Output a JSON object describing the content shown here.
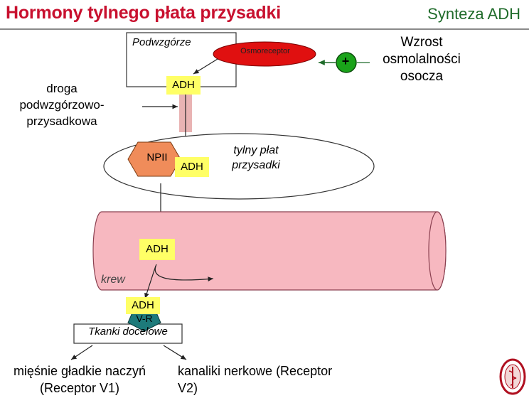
{
  "header": {
    "title": "Hormony tylnego płata przysadki",
    "subtitle": "Synteza ADH"
  },
  "diagram": {
    "hypothalamus_label": "Podwzgórze",
    "osmoreceptor_label": "Osmoreceptor",
    "plus_sign": "+",
    "stimulus_label": "Wzrost osmolalności osocza",
    "pathway_label": "droga podwzgórzowo-przysadkowa",
    "adh_label": "ADH",
    "npii_label": "NPII",
    "posterior_lobe_label": "tylny płat przysadki",
    "blood_label": "krew",
    "receptor_label": "V-R",
    "target_tissue_label": "Tkanki docelowe",
    "effect_v1_label": "mięśnie gładkie naczyń (Receptor V1)",
    "effect_v2_label": "kanaliki nerkowe (Receptor V2)"
  },
  "colors": {
    "title": "#c8102e",
    "subtitle": "#1f6b2a",
    "osmoreceptor": "#e01010",
    "plus_circle": "#1aa31a",
    "adh_box": "#ffff66",
    "npii_hexagon": "#f08c5a",
    "vessel": "#f7b8c0",
    "receptor": "#1d7a7a",
    "axon_tract": "#e9b3b3"
  },
  "logo_icon": "university-seal-icon"
}
